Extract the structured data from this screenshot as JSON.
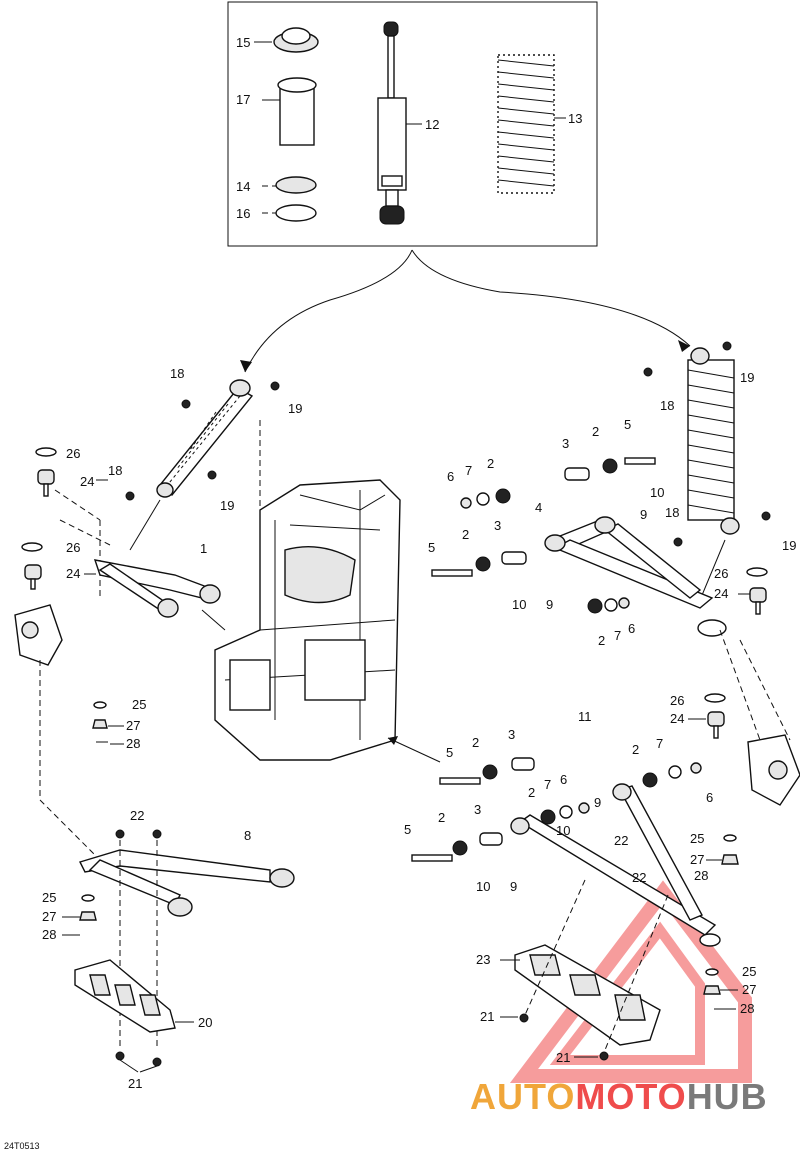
{
  "diagram": {
    "code": "24T0513",
    "watermark": {
      "part1": "AUTO",
      "part2": "MOTO",
      "part3": "HUB",
      "color_auto": "#f0a63a",
      "color_moto": "#ef4c4c",
      "color_hub": "#7a7a7a"
    },
    "labels": {
      "l15": "15",
      "l17": "17",
      "l14": "14",
      "l16": "16",
      "l12": "12",
      "l13": "13",
      "l18a": "18",
      "l19a": "19",
      "l18b": "18",
      "l19b": "19",
      "l26a": "26",
      "l24a": "24",
      "l26b": "26",
      "l24b": "24",
      "l1": "1",
      "l25a": "25",
      "l27a": "27",
      "l28a": "28",
      "l22a": "22",
      "l8": "8",
      "l25b": "25",
      "l27b": "27",
      "l28b": "28",
      "l20": "20",
      "l21a": "21",
      "l18c": "18",
      "l19c": "19",
      "l18d": "18",
      "l19d": "19",
      "l3a": "3",
      "l2a": "2",
      "l5a": "5",
      "l6a": "6",
      "l7a": "7",
      "l2b": "2",
      "l10a": "10",
      "l9a": "9",
      "l4": "4",
      "l5b": "5",
      "l2c": "2",
      "l3b": "3",
      "l10b": "10",
      "l9b": "9",
      "l2d": "2",
      "l7b": "7",
      "l6b": "6",
      "l26c": "26",
      "l24c": "24",
      "l26d": "26",
      "l24d": "24",
      "l11": "11",
      "l5c": "5",
      "l2e": "2",
      "l3c": "3",
      "l2f": "2",
      "l7c": "7",
      "l6c": "6",
      "l2g": "2",
      "l7d": "7",
      "l6d": "6",
      "l9c": "9",
      "l10c": "10",
      "l5d": "5",
      "l2h": "2",
      "l3d": "3",
      "l22b": "22",
      "l10d": "10",
      "l9d": "9",
      "l25c": "25",
      "l27c": "27",
      "l28c": "28",
      "l22c": "22",
      "l23": "23",
      "l25d": "25",
      "l27d": "27",
      "l28d": "28",
      "l21b": "21",
      "l21c": "21"
    }
  }
}
